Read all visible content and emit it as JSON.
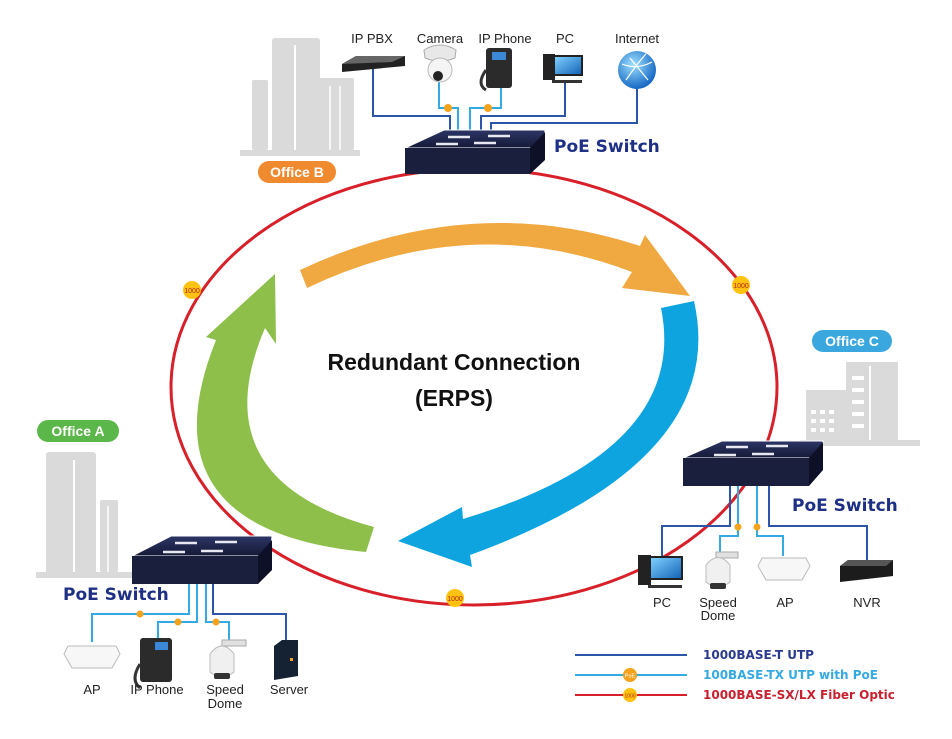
{
  "title": {
    "line1": "Redundant Connection",
    "line2": "(ERPS)"
  },
  "colors": {
    "fiber_ring": "#d8202a",
    "utp": "#2a55a8",
    "utp_poe": "#35a9e1",
    "poe_dot": "#f5a21c",
    "fiber_badge": "#ffc20e",
    "switch_body": "#1a1f3d",
    "switch_label": "#1e2f86",
    "arrow_orange": "#f0a840",
    "arrow_blue": "#0ea4e0",
    "arrow_green": "#8dbf4a",
    "office_a": "#5cb74a",
    "office_b": "#ef8a2f",
    "office_c": "#3aa8de",
    "building": "#dadada"
  },
  "offices": {
    "a": {
      "label": "Office A"
    },
    "b": {
      "label": "Office B"
    },
    "c": {
      "label": "Office C"
    }
  },
  "switches": {
    "a": {
      "label": "PoE Switch"
    },
    "b": {
      "label": "PoE Switch"
    },
    "c": {
      "label": "PoE Switch"
    }
  },
  "devices": {
    "b": [
      {
        "label": "IP PBX",
        "icon": "ip-pbx-icon",
        "link": "utp"
      },
      {
        "label": "Camera",
        "icon": "dome-camera-icon",
        "link": "poe"
      },
      {
        "label": "IP Phone",
        "icon": "ip-phone-icon",
        "link": "poe"
      },
      {
        "label": "PC",
        "icon": "pc-icon",
        "link": "utp"
      },
      {
        "label": "Internet",
        "icon": "globe-icon",
        "link": "utp"
      }
    ],
    "a": [
      {
        "label": "AP",
        "icon": "access-point-icon",
        "link": "poe"
      },
      {
        "label": "IP Phone",
        "icon": "ip-phone-icon",
        "link": "poe"
      },
      {
        "label": "Speed",
        "label2": "Dome",
        "icon": "speed-dome-icon",
        "link": "poe"
      },
      {
        "label": "Server",
        "icon": "server-icon",
        "link": "utp"
      }
    ],
    "c": [
      {
        "label": "PC",
        "icon": "pc-icon",
        "link": "utp"
      },
      {
        "label": "Speed",
        "label2": "Dome",
        "icon": "speed-dome-icon",
        "link": "poe"
      },
      {
        "label": "AP",
        "icon": "access-point-icon",
        "link": "poe"
      },
      {
        "label": "NVR",
        "icon": "nvr-icon",
        "link": "utp"
      }
    ]
  },
  "ring_badges": [
    {
      "text": "1000"
    },
    {
      "text": "1000"
    },
    {
      "text": "1000"
    }
  ],
  "legend": [
    {
      "label": "1000BASE-T UTP",
      "type": "utp",
      "badge": ""
    },
    {
      "label": "100BASE-TX UTP with PoE",
      "type": "poe",
      "badge": "PoE"
    },
    {
      "label": "1000BASE-SX/LX Fiber Optic",
      "type": "fiber",
      "badge": "1000"
    }
  ]
}
